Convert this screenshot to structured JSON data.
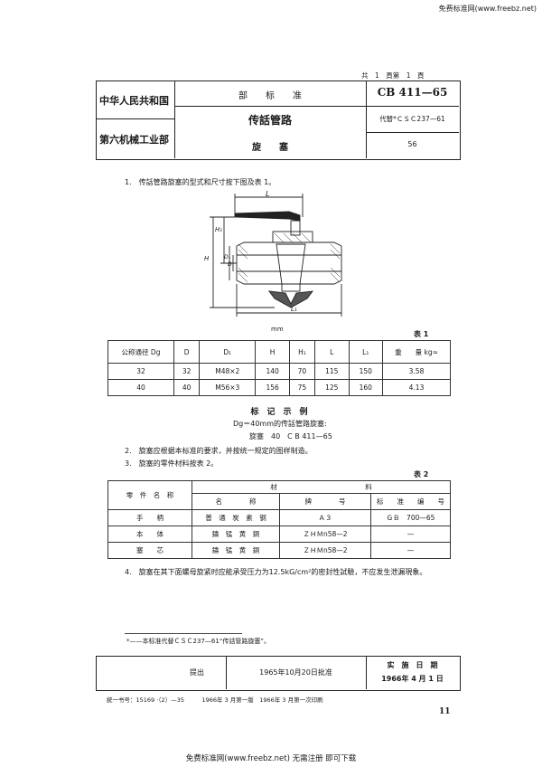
{
  "watermark_top": "免费标准网(www.freebz.net)",
  "watermark_bottom": "免费标准网(www.freebz.net) 无需注册 即可下载",
  "page_info": "共　1　頁第　1　頁",
  "header": {
    "org1": "中华人民共和国",
    "org2": "第六机械工业部",
    "std_type": "部　　标　　准",
    "std_no": "CB 411—65",
    "title": "传話管路",
    "subtitle": "旋　　塞",
    "replaces": "代替*ＣＳＣ237—61",
    "code": "56"
  },
  "clauses": {
    "c1": "1.　传話管路旋塞的型式和尺寸按下图及表 1。",
    "c2": "2.　旋塞应根据本标准的要求，并按统一规定的图样制造。",
    "c3": "3.　旋塞的零件材料按表 2。",
    "c4": "4.　旋塞在其下面螺母旋紧时应能承受压力为12.5kG/cm²的密封性試驗，不应发生泄漏現象。"
  },
  "drawing": {
    "labels": [
      "L",
      "H₁",
      "H",
      "D₁",
      "D",
      "L₁"
    ],
    "unit": "mm"
  },
  "table1": {
    "label": "表 1",
    "headers": [
      "公称通径 Dg",
      "D",
      "D₁",
      "H",
      "H₁",
      "L",
      "L₁",
      "重　　量 kg≈"
    ],
    "rows": [
      [
        "32",
        "32",
        "M48×2",
        "140",
        "70",
        "115",
        "150",
        "3.58"
      ],
      [
        "40",
        "40",
        "M56×3",
        "156",
        "75",
        "125",
        "160",
        "4.13"
      ]
    ]
  },
  "example": {
    "title": "标　记　示　例",
    "line1": "Dg＝40mm的传話管路旋塞:",
    "line2": "旋塞　40　C B 411—65"
  },
  "table2": {
    "label": "表 2",
    "header_part": "零　件　名　称",
    "header_material": "材　　　　　　　　　　　　　料",
    "sub_headers": [
      "名　　　　称",
      "牌　　　　号",
      "标　　准　　编　　号"
    ],
    "rows": [
      [
        "手　　柄",
        "普　通　炭　素　钢",
        "Ａ３",
        "ＧＢ　700—65"
      ],
      [
        "本　　体",
        "鑄　锰　黄　銅",
        "ＺＨＭn58—2",
        "—"
      ],
      [
        "塞　　芯",
        "鑄　锰　黄　銅",
        "ＺＨＭn58—2",
        "—"
      ]
    ]
  },
  "footnote": "*——本标准代替ＣＳＣ237—61“传話管路旋塞”。",
  "footer": {
    "proposed": "提出",
    "approved": "1965年10月20日批准",
    "effective_title": "实　施　日　期",
    "effective_date": "1966年 4 月 1 日"
  },
  "print_info": "統一书号：15169 ·（2）—35　　　1966年 3 月第一版　1966年 3 月第一次印刷",
  "page_number": "11"
}
